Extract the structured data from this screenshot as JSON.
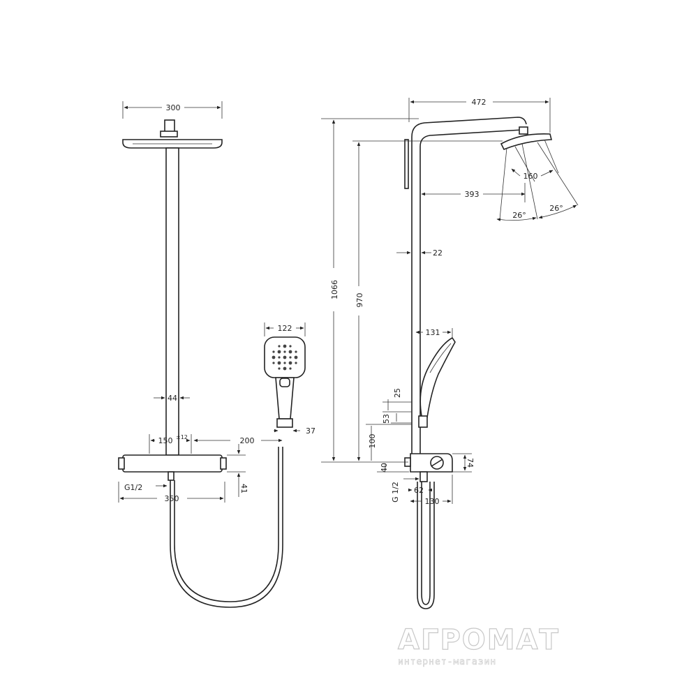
{
  "front_view": {
    "dims": {
      "head_width": "300",
      "pipe_width": "44",
      "mount_distance": "150",
      "mount_tolerance": "±12",
      "hand_offset": "200",
      "handle_width": "37",
      "hand_head_width": "122",
      "thermostat_height": "41",
      "thermostat_width": "350",
      "connection": "G1/2"
    }
  },
  "side_view": {
    "dims": {
      "arm_length": "472",
      "total_height": "1066",
      "head_height": "970",
      "head_diameter": "160",
      "arm_reach": "393",
      "angle_left": "26°",
      "angle_right": "26°",
      "pipe_offset": "22",
      "hand_depth": "131",
      "dim_25": "25",
      "dim_53": "53",
      "dim_100": "100",
      "dim_40": "40",
      "dim_74": "74",
      "connection": "G 1/2",
      "dim_62": "62",
      "dim_130": "130"
    }
  },
  "watermark": {
    "brand": "АГРОМАТ",
    "tagline": "интернет-магазин"
  }
}
